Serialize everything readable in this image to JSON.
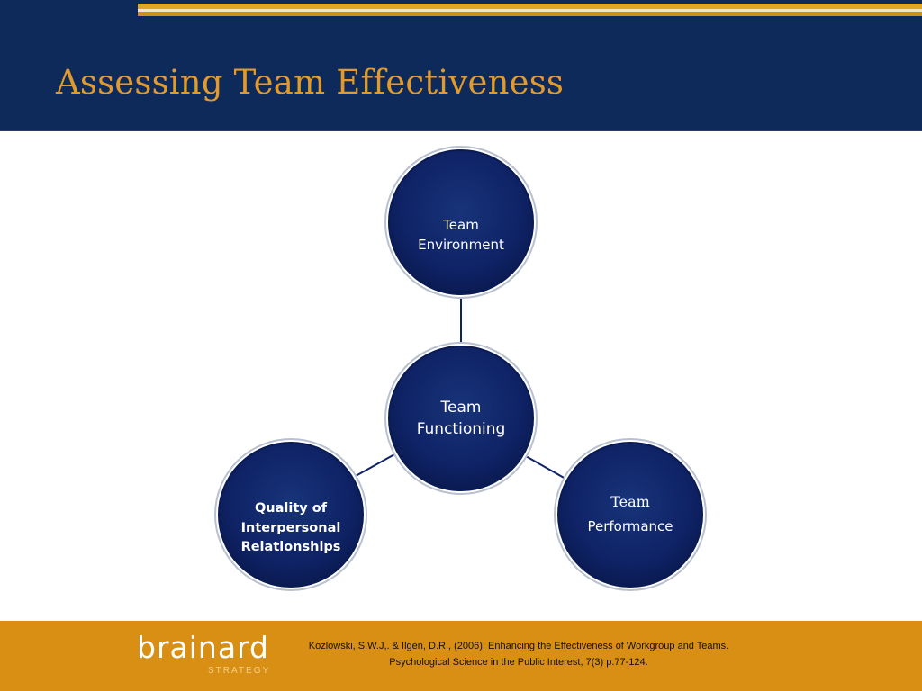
{
  "slide": {
    "title": "Assessing Team Effectiveness"
  },
  "diagram": {
    "center": {
      "label_lines": [
        "Team",
        "Functioning"
      ]
    },
    "top": {
      "label_lines": [
        "Team",
        "Environment"
      ]
    },
    "left": {
      "label_lines": [
        "Quality of",
        "Interpersonal",
        "Relationships"
      ]
    },
    "right": {
      "label_lines": [
        "Team",
        "Performance"
      ]
    }
  },
  "footer": {
    "logo_word": "brainard",
    "logo_sub": "STRATEGY",
    "citation_lines": [
      "Kozlowski, S.W.J,. & Ilgen, D.R., (2006). Enhancing the Effectiveness of Workgroup and Teams.",
      "Psychological Science in the Public Interest, 7(3) p.77-124."
    ]
  },
  "colors": {
    "header_bg": "#0d2a5a",
    "title_text": "#e39a2c",
    "circle_fill": "#0f2366",
    "footer_bg": "#d98f14"
  }
}
